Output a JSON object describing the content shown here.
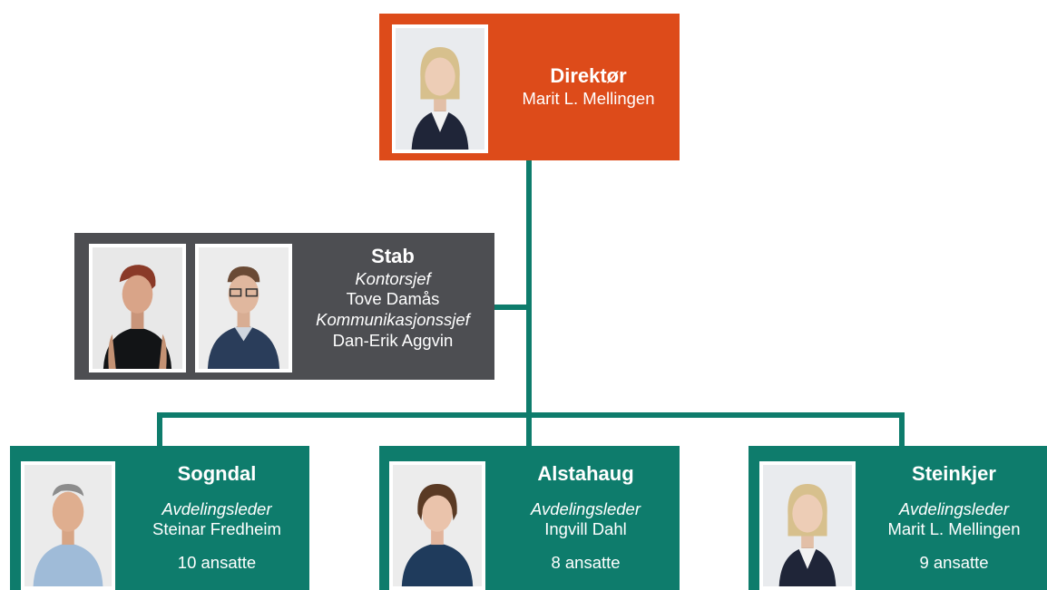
{
  "colors": {
    "director_box": "#dd4b1a",
    "staff_box": "#4d4e52",
    "department_box": "#0e7c6c",
    "connector": "#0e7c6c"
  },
  "director": {
    "title": "Direktør",
    "name": "Marit L. Mellingen"
  },
  "staff": {
    "title": "Stab",
    "role_1": "Kontorsjef",
    "name_1": "Tove Damås",
    "role_2": "Kommunikasjonssjef",
    "name_2": "Dan-Erik Aggvin"
  },
  "departments": [
    {
      "title": "Sogndal",
      "role": "Avdelingsleder",
      "name": "Steinar Fredheim",
      "staff_count": "10  ansatte"
    },
    {
      "title": "Alstahaug",
      "role": "Avdelingsleder",
      "name": "Ingvill Dahl",
      "staff_count": "8 ansatte"
    },
    {
      "title": "Steinkjer",
      "role": "Avdelingsleder",
      "name": "Marit L. Mellingen",
      "staff_count": "9 ansatte"
    }
  ]
}
